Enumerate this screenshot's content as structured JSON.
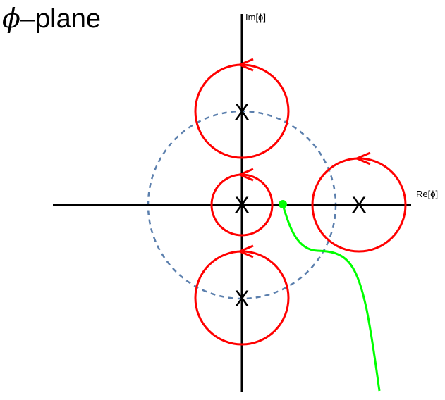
{
  "title": {
    "symbol": "ϕ",
    "rest": "–plane"
  },
  "axes": {
    "real_label": "Re[ϕ]",
    "imag_label": "Im[ϕ]"
  },
  "pole_marker": "X",
  "colors": {
    "axes": "#000000",
    "contours": "#ff0000",
    "dashed_circle": "#5b7fad",
    "green_path": "#00ff00"
  }
}
